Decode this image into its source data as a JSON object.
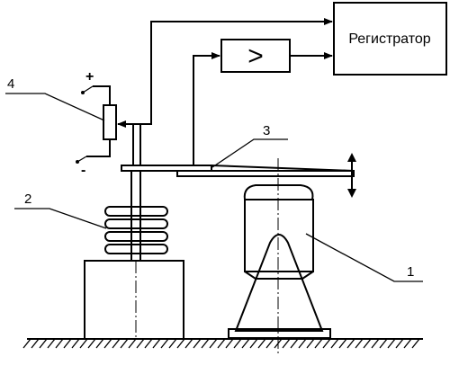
{
  "labels": {
    "registrator": "Регистратор",
    "amplifier_symbol": ">",
    "plus": "+",
    "minus": "-",
    "n1": "1",
    "n2": "2",
    "n3": "3",
    "n4": "4"
  }
}
